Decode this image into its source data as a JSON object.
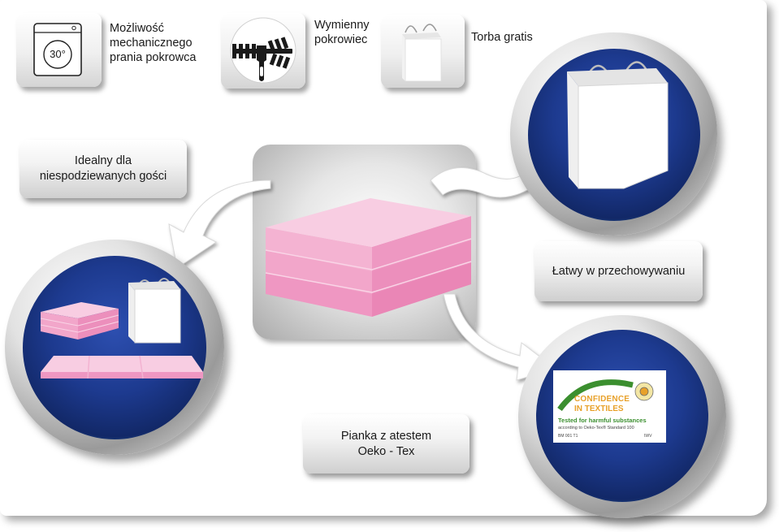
{
  "features": {
    "washing_label": "Możliwość\nmechanicznego\nprania pokrowca",
    "washing_temp": "30°",
    "cover_label": "Wymienny\npokrowiec",
    "bag_label": "Torba gratis"
  },
  "callouts": {
    "guests": "Idealny dla\nniespodziewanych gości",
    "storage": "Łatwy w przechowywaniu",
    "foam": "Pianka z atestem\nOeko - Tex"
  },
  "certificate": {
    "line1": "CONFIDENCE",
    "line2": "IN TEXTILES",
    "tested": "Tested for harmful substances",
    "according": "according to Oeko-Tex® Standard 100",
    "code": "BM 001 T1",
    "institute": "IWV"
  },
  "colors": {
    "foam_top": "#f7c8df",
    "foam_side": "#ef95c0",
    "disc_blue": "#1d3a8f",
    "cert_green": "#3b8f2f",
    "cert_orange": "#e8a12a"
  }
}
